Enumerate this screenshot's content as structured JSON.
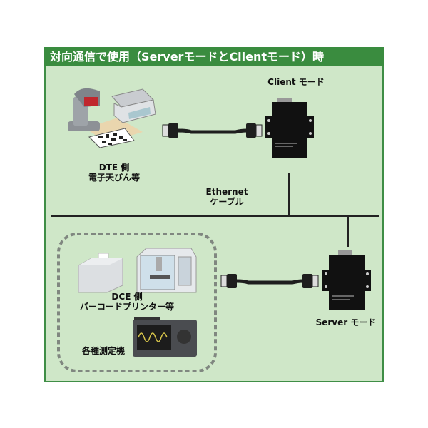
{
  "title": "対向通信で使用（ServerモードとClientモード）時",
  "labels": {
    "client_mode": "Client モード",
    "server_mode": "Server モード",
    "dte_line1": "DTE 側",
    "dte_line2": "電子天びん等",
    "ethernet_line1": "Ethernet",
    "ethernet_line2": "ケーブル",
    "dce_line1": "DCE 側",
    "dce_line2": "バーコードプリンター等",
    "instruments": "各種測定機"
  },
  "colors": {
    "header": "#3a8c3f",
    "background": "#cfe7c8",
    "line": "#222222"
  }
}
